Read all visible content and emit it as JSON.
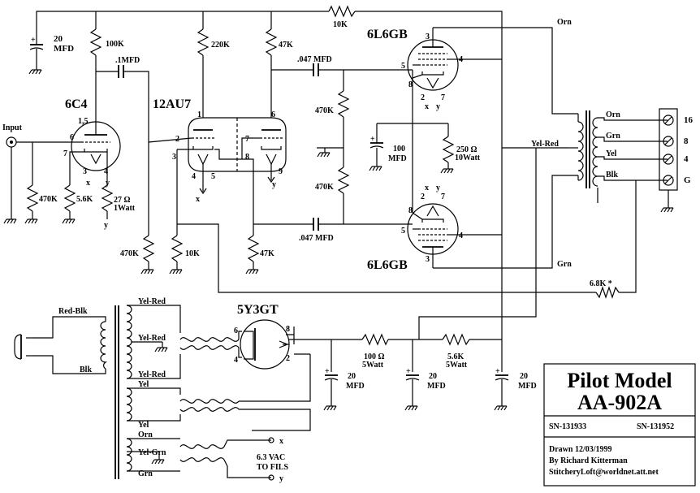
{
  "schematic": {
    "tubes": {
      "v6c4": "6C4",
      "v12au7": "12AU7",
      "v6l6_top": "6L6GB",
      "v6l6_bot": "6L6GB",
      "v5y3": "5Y3GT"
    },
    "components": {
      "c_20mfd_top": "20",
      "c_mfd_top": "MFD",
      "r_100k": "100K",
      "c_1mfd": ".1MFD",
      "r_220k": "220K",
      "r_47k_top": "47K",
      "c_047_top": ".047 MFD",
      "r_10k_top": "10K",
      "r_470k_a": "470K",
      "r_470k_b": "470K",
      "c_100mfd": "100",
      "c_100mfd_unit": "MFD",
      "r_250": "250 Ω",
      "r_250_w": "10Watt",
      "c_047_bot": ".047 MFD",
      "r_470k_in": "470K",
      "r_5k6": "5.6K",
      "r_27": "27 Ω",
      "r_27_w": "1Watt",
      "r_470k_grid": "470K",
      "r_10k_grid": "10K",
      "r_47k_bot": "47K",
      "r_6k8": "6.8K *",
      "r_100": "100 Ω",
      "r_100_w": "5Watt",
      "r_5k6_5w": "5.6K",
      "r_5k6_5w_w": "5Watt",
      "c_20_a": "20",
      "c_20_a_u": "MFD",
      "c_20_b": "20",
      "c_20_b_u": "MFD",
      "c_20_c": "20",
      "c_20_c_u": "MFD"
    },
    "labels": {
      "input": "Input",
      "orn_top": "Orn",
      "grn_bot": "Grn",
      "yel_red_ot": "Yel-Red",
      "red_blk": "Red-Blk",
      "blk": "Blk",
      "yel_red_1": "Yel-Red",
      "yel_red_2": "Yel-Red",
      "yel_red_3": "Yel-Red",
      "yel_1": "Yel",
      "yel_2": "Yel",
      "orn_fil": "Orn",
      "yel_grn": "Yel-Grn",
      "grn_fil": "Grn",
      "fil_label_1": "6.3 VAC",
      "fil_label_2": "TO FILS",
      "x": "x",
      "y": "y"
    },
    "speaker": {
      "taps": [
        {
          "wire": "Orn",
          "ohms": "16"
        },
        {
          "wire": "Grn",
          "ohms": "8"
        },
        {
          "wire": "Yel",
          "ohms": "4"
        },
        {
          "wire": "Blk",
          "ohms": "G"
        }
      ]
    },
    "pins": {
      "p6c4_15": "1,5",
      "p6c4_6": "6",
      "p6c4_7": "7",
      "p6c4_3": "3",
      "p6c4_4": "4",
      "pau_1": "1",
      "pau_2": "2",
      "pau_3": "3",
      "pau_4": "4",
      "pau_5": "5",
      "pau_6": "6",
      "pau_7": "7",
      "pau_8": "8",
      "pau_9": "9",
      "pt_3": "3",
      "pt_5": "5",
      "pt_4": "4",
      "pt_8": "8",
      "pt_2": "2",
      "pt_7": "7",
      "pb_8": "8",
      "pb_5": "5",
      "pb_4": "4",
      "pb_3": "3",
      "pb_2": "2",
      "pb_7": "7",
      "py_6": "6",
      "py_4": "4",
      "py_8": "8",
      "py_2": "2"
    }
  },
  "title_block": {
    "title_line1": "Pilot Model",
    "title_line2": "AA-902A",
    "serial_1": "SN-131933",
    "serial_2": "SN-131952",
    "drawn": "Drawn 12/03/1999",
    "by": "By Richard Kitterman",
    "email": "StitcheryLoft@worldnet.att.net"
  }
}
